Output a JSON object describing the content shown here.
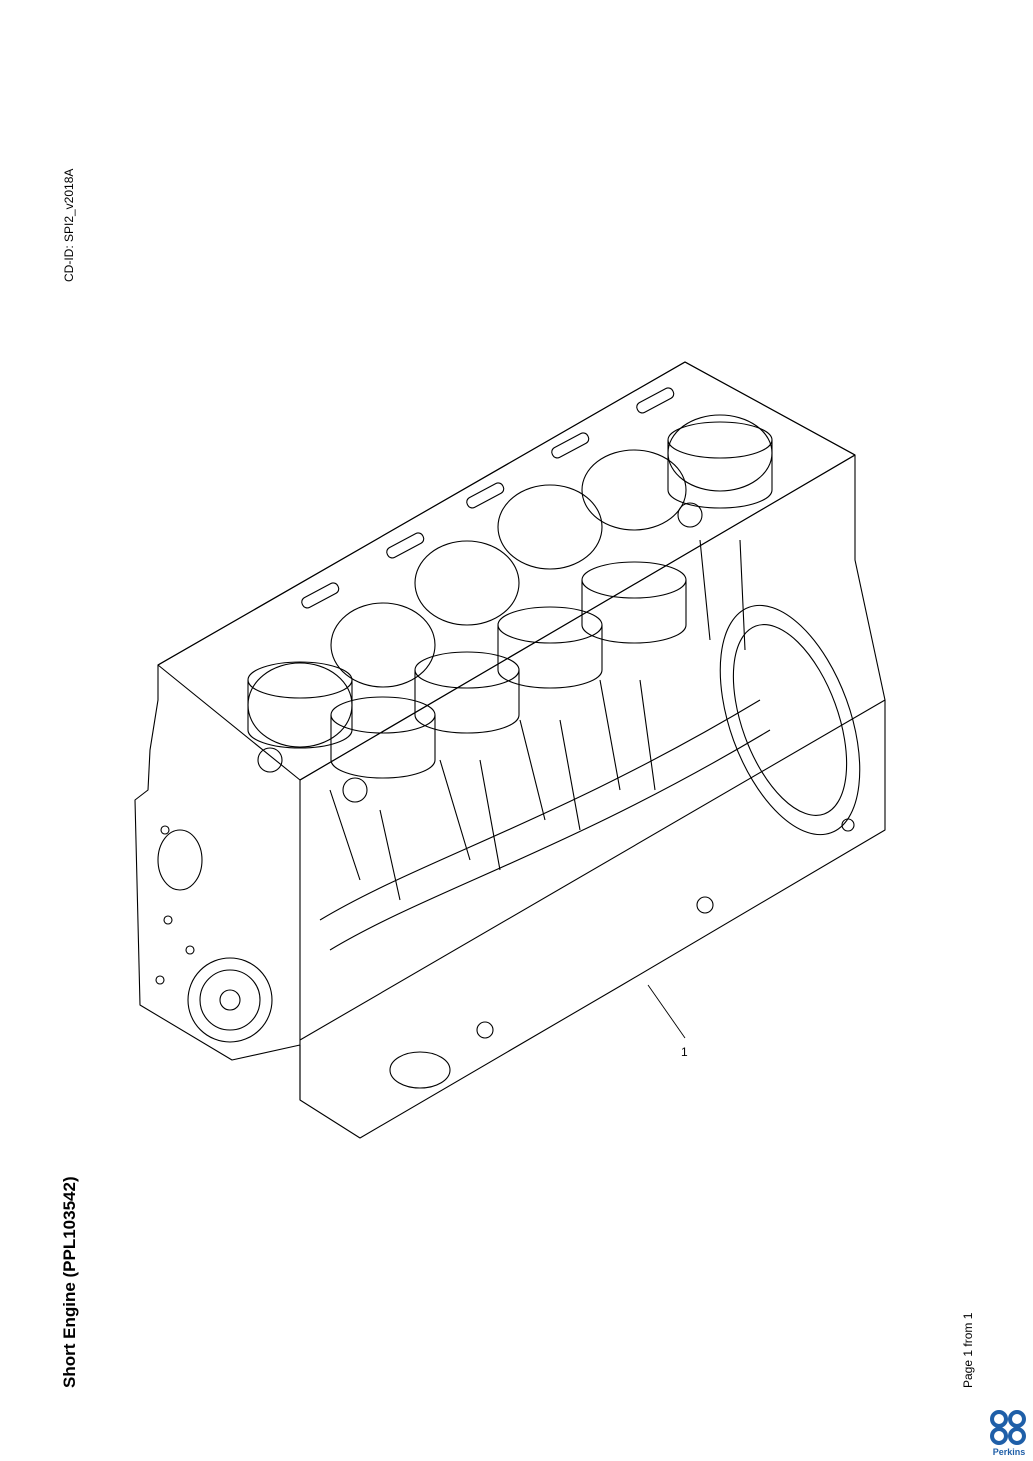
{
  "header": {
    "cd_id": "CD-ID: SPI2_v2018A"
  },
  "document": {
    "title": "Short Engine (PPL103542)"
  },
  "footer": {
    "page_label": "Page 1 from 1"
  },
  "drawing": {
    "callouts": [
      {
        "number": "1"
      }
    ]
  },
  "logo": {
    "brand": "Perkins",
    "color": "#1f5fa8"
  }
}
